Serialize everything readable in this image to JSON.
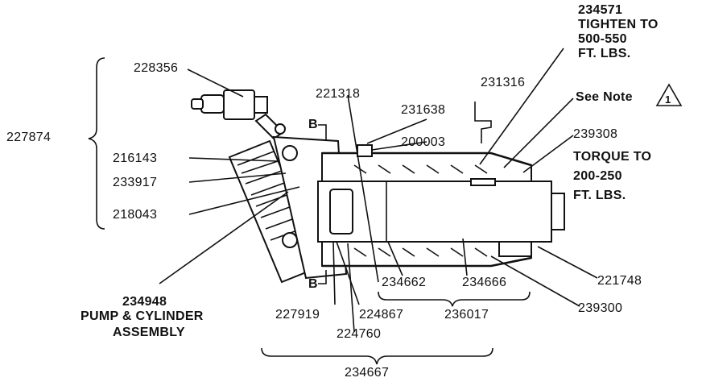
{
  "labels": {
    "p234571": "234571",
    "tighten_1": "TIGHTEN TO",
    "tighten_2": "500-550",
    "tighten_3": "FT. LBS.",
    "p228356": "228356",
    "p231316": "231316",
    "p221318": "221318",
    "see_note": "See Note",
    "note_number": "1",
    "p231638": "231638",
    "section_b": "B",
    "p227874": "227874",
    "p200003": "200003",
    "p239308": "239308",
    "torque_1": "TORQUE TO",
    "torque_2": "200-250",
    "torque_3": "FT. LBS.",
    "p216143": "216143",
    "p233917": "233917",
    "p218043": "218043",
    "p221748": "221748",
    "p234948": "234948",
    "pump_cyl": "PUMP & CYLINDER",
    "assembly": "ASSEMBLY",
    "p234662": "234662",
    "p234666": "234666",
    "p239300": "239300",
    "p227919": "227919",
    "p224867": "224867",
    "p236017": "236017",
    "p224760": "224760",
    "p234667": "234667"
  },
  "colors": {
    "ink": "#111111",
    "paper": "#ffffff"
  }
}
